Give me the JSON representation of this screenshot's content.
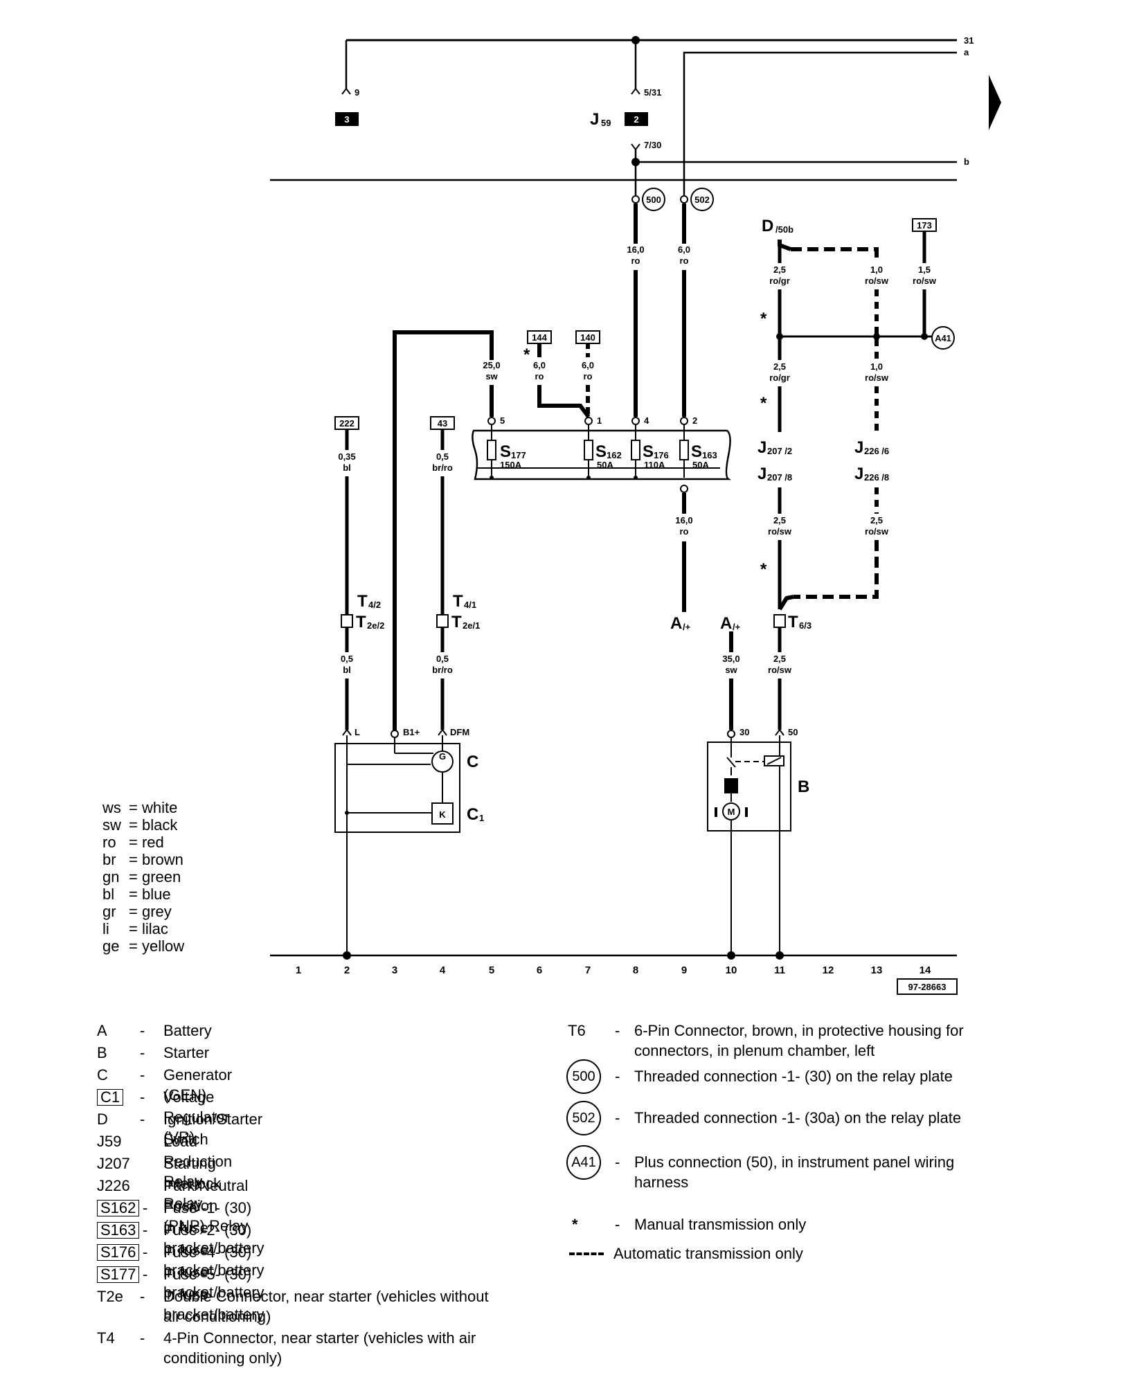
{
  "diagram": {
    "bus_labels": {
      "top": "31",
      "a": "a",
      "b": "b"
    },
    "relay": {
      "name": "J",
      "sub": "59",
      "pins": [
        {
          "num": "9",
          "block": "3"
        },
        {
          "num": "5/31",
          "block": "2"
        }
      ],
      "out_pin": "7/30"
    },
    "threaded": [
      "500",
      "502"
    ],
    "wires": [
      {
        "gauge": "16,0",
        "color": "ro"
      },
      {
        "gauge": "6,0",
        "color": "ro"
      },
      {
        "gauge": "25,0",
        "color": "sw"
      },
      {
        "gauge": "6,0",
        "color": "ro"
      },
      {
        "gauge": "6,0",
        "color": "ro"
      },
      {
        "gauge": "0,35",
        "color": "bl"
      },
      {
        "gauge": "0,5",
        "color": "br/ro"
      },
      {
        "gauge": "16,0",
        "color": "ro"
      },
      {
        "gauge": "0,5",
        "color": "bl"
      },
      {
        "gauge": "0,5",
        "color": "br/ro"
      },
      {
        "gauge": "35,0",
        "color": "sw"
      },
      {
        "gauge": "2,5",
        "color": "ro/sw"
      },
      {
        "gauge": "2,5",
        "color": "ro/gr"
      },
      {
        "gauge": "1,0",
        "color": "ro/sw"
      },
      {
        "gauge": "1,5",
        "color": "ro/sw"
      },
      {
        "gauge": "2,5",
        "color": "ro/gr"
      },
      {
        "gauge": "1,0",
        "color": "ro/sw"
      },
      {
        "gauge": "2,5",
        "color": "ro/sw"
      },
      {
        "gauge": "2,5",
        "color": "ro/sw"
      }
    ],
    "refs": [
      "144",
      "140",
      "222",
      "43",
      "173"
    ],
    "fuses": [
      {
        "name": "S",
        "sub": "177",
        "amp": "150A",
        "pin": "5"
      },
      {
        "name": "S",
        "sub": "162",
        "amp": "50A",
        "pin": "1"
      },
      {
        "name": "S",
        "sub": "176",
        "amp": "110A",
        "pin": "4"
      },
      {
        "name": "S",
        "sub": "163",
        "amp": "50A",
        "pin": "2"
      }
    ],
    "switch": {
      "name": "D",
      "sub": "/50b"
    },
    "a41": "A41",
    "star": "*",
    "j207_2": {
      "name": "J",
      "sub": "207 /2"
    },
    "j207_8": {
      "name": "J",
      "sub": "207 /8"
    },
    "j226_6": {
      "name": "J",
      "sub": "226 /6"
    },
    "j226_8": {
      "name": "J",
      "sub": "226 /8"
    },
    "t4_2": {
      "name": "T",
      "sub": "4/2"
    },
    "t2e_2": {
      "name": "T",
      "sub": "2e/2"
    },
    "t4_1": {
      "name": "T",
      "sub": "4/1"
    },
    "t2e_1": {
      "name": "T",
      "sub": "2e/1"
    },
    "t6_3": {
      "name": "T",
      "sub": "6/3"
    },
    "battery": {
      "name": "A",
      "sub": "/+"
    },
    "gen_pins": [
      "L",
      "B1+",
      "DFM"
    ],
    "gen": {
      "c": "C",
      "c1": "C",
      "c1_sub": "1",
      "g": "G",
      "k": "K"
    },
    "starter": {
      "b": "B",
      "m": "M",
      "pin30": "30",
      "pin50": "50"
    },
    "columns": [
      "1",
      "2",
      "3",
      "4",
      "5",
      "6",
      "7",
      "8",
      "9",
      "10",
      "11",
      "12",
      "13",
      "14"
    ],
    "figure_id": "97-28663"
  },
  "color_legend": [
    {
      "abbr": "ws",
      "meaning": "= white"
    },
    {
      "abbr": "sw",
      "meaning": "= black"
    },
    {
      "abbr": "ro",
      "meaning": "= red"
    },
    {
      "abbr": "br",
      "meaning": "= brown"
    },
    {
      "abbr": "gn",
      "meaning": "= green"
    },
    {
      "abbr": "bl",
      "meaning": "= blue"
    },
    {
      "abbr": "gr",
      "meaning": "= grey"
    },
    {
      "abbr": "li",
      "meaning": "= lilac"
    },
    {
      "abbr": "ge",
      "meaning": "= yellow"
    }
  ],
  "key_left": [
    {
      "code": "A",
      "desc": "Battery"
    },
    {
      "code": "B",
      "desc": "Starter"
    },
    {
      "code": "C",
      "desc": "Generator (GEN)"
    },
    {
      "code": "C1",
      "desc": "Voltage Regulator (VR)"
    },
    {
      "code": "D",
      "desc": "Ignition/Starter Switch"
    },
    {
      "code": "J59",
      "desc": "Load Reduction Relay"
    },
    {
      "code": "J207",
      "desc": "Starting Interlock Relay"
    },
    {
      "code": "J226",
      "desc": "Park/Neutral Position (PNP) Relay"
    },
    {
      "code": "S162",
      "desc": "Fuse -1- (30) in fuse bracket/battery"
    },
    {
      "code": "S163",
      "desc": "Fuse -2- (30) in fuse bracket/battery"
    },
    {
      "code": "S176",
      "desc": "Fuse -4- (30) in fuse bracket/battery"
    },
    {
      "code": "S177",
      "desc": "Fuse -5- (30) in fuse bracket/battery"
    },
    {
      "code": "T2e",
      "desc": "Double Connector, near starter (vehicles without air conditioning)"
    },
    {
      "code": "T4",
      "desc": "4-Pin Connector, near starter (vehicles with air conditioning only)"
    }
  ],
  "key_right": [
    {
      "code": "T6",
      "desc": "6-Pin Connector, brown, in protective housing for connectors, in plenum chamber, left"
    },
    {
      "code": "500",
      "desc": "Threaded connection -1- (30) on the relay plate"
    },
    {
      "code": "502",
      "desc": "Threaded connection -1- (30a) on the relay plate"
    },
    {
      "code": "A41",
      "desc": "Plus connection (50), in instrument panel wiring harness"
    },
    {
      "code": "*",
      "desc": "Manual transmission only"
    },
    {
      "code": "",
      "desc": "Automatic transmission only"
    }
  ],
  "dash": "-"
}
